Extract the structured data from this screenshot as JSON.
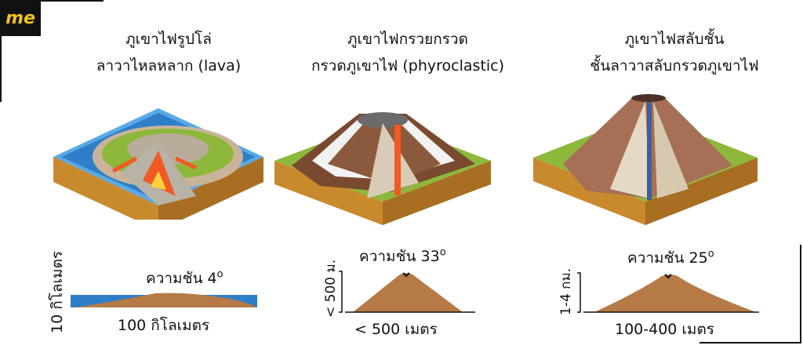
{
  "logo": {
    "text": "me"
  },
  "columns": [
    {
      "title_line1": "ภูเขาไฟรูปโล่",
      "title_line2": "ลาวาไหลหลาก (lava)",
      "slope_label": "ความชัน 4",
      "slope_sup": "o",
      "height_label": "10 กิโลเมตร",
      "width_label": "100 กิโลเมตร"
    },
    {
      "title_line1": "ภูเขาไฟกรวยกรวด",
      "title_line2": "กรวดภูเขาไฟ (phyroclastic)",
      "slope_label": "ความชัน 33",
      "slope_sup": "o",
      "height_label": "< 500 ม.",
      "width_label": "< 500 เมตร"
    },
    {
      "title_line1": "ภูเขาไฟสลับชั้น",
      "title_line2": "ชั้นลาวาสลับกรวดภูเขาไฟ",
      "slope_label": "ความชัน 25",
      "slope_sup": "o",
      "height_label": "1-4 กม.",
      "width_label": "100-400 เมตร"
    }
  ],
  "colors": {
    "water": "#2f7fc8",
    "grass": "#8db83b",
    "soil": "#c98a2e",
    "lava": "#f05a24",
    "rock": "#a57055",
    "snow": "#f2f2f2",
    "mountain": "#b57a45"
  }
}
